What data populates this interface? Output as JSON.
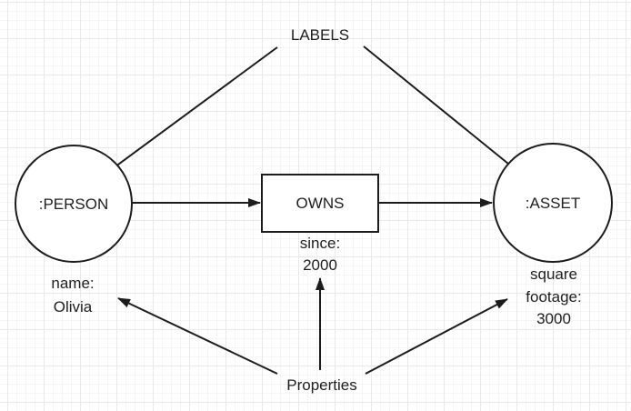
{
  "colors": {
    "stroke": "#1c1c1c",
    "text": "#202020",
    "background": "#ffffff",
    "grid_minor": "#f5f5f7",
    "grid_major": "#e9e9ec"
  },
  "diagram": {
    "annotations": {
      "labels": "LABELS",
      "properties": "Properties"
    },
    "person_node": {
      "label": ":PERSON",
      "property_lines": [
        "name:",
        "Olivia"
      ]
    },
    "relationship": {
      "label": "OWNS",
      "property_lines": [
        "since:",
        "2000"
      ]
    },
    "asset_node": {
      "label": ":ASSET",
      "property_lines": [
        "square",
        "footage:",
        "3000"
      ]
    }
  }
}
